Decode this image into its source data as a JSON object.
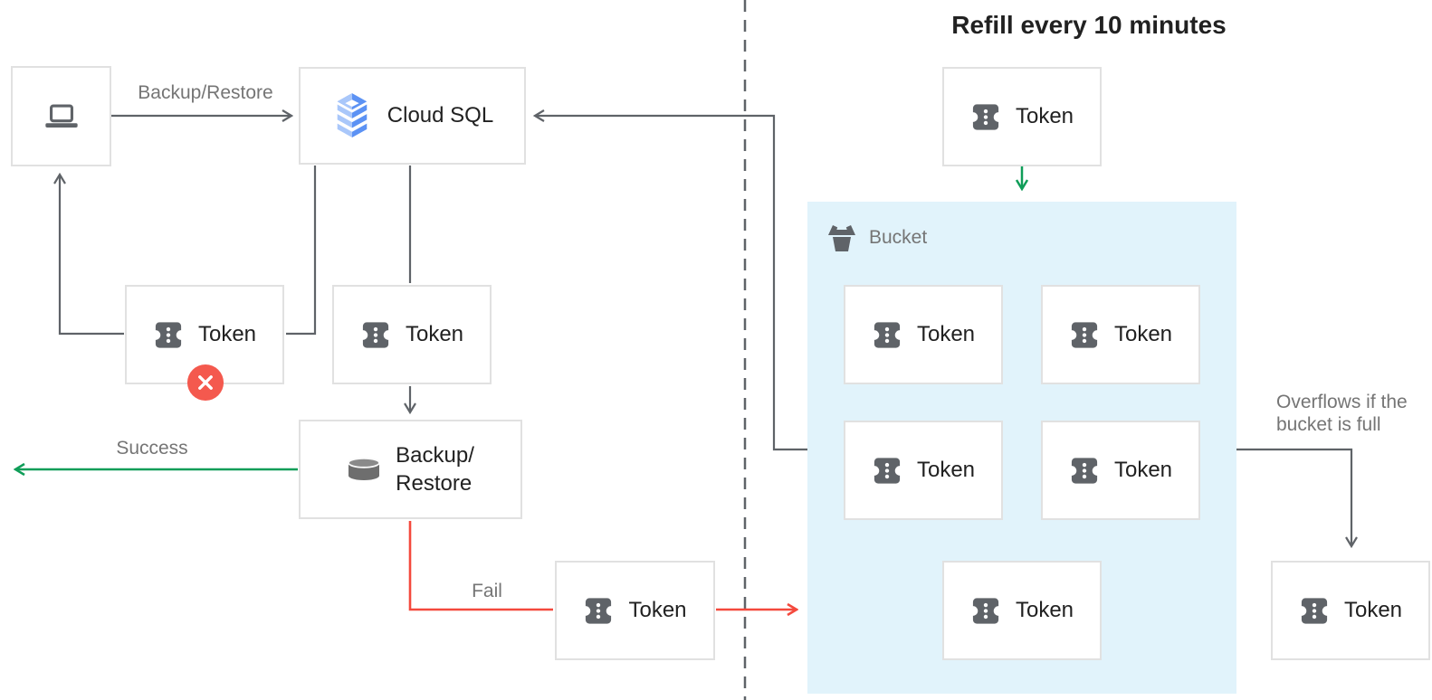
{
  "title": "Refill every 10 minutes",
  "nodes": {
    "client": {
      "icon": "laptop-icon"
    },
    "cloud_sql": {
      "label": "Cloud SQL",
      "icon": "cloud-sql-stack-icon"
    },
    "backup_restore": {
      "label_line1": "Backup/",
      "label_line2": "Restore",
      "icon": "database-cylinder-icon"
    },
    "token_returned": {
      "label": "Token",
      "icon": "token-ticket-icon",
      "badge": "error-x-circle"
    },
    "token_queued": {
      "label": "Token",
      "icon": "token-ticket-icon"
    },
    "token_failed": {
      "label": "Token",
      "icon": "token-ticket-icon"
    },
    "token_refill": {
      "label": "Token",
      "icon": "token-ticket-icon"
    },
    "token_overflow": {
      "label": "Token",
      "icon": "token-ticket-icon"
    },
    "bucket": {
      "label": "Bucket",
      "icon": "bucket-basket-icon",
      "tokens": [
        "Token",
        "Token",
        "Token",
        "Token",
        "Token"
      ]
    }
  },
  "edges": {
    "request": {
      "label": "Backup/Restore"
    },
    "success": {
      "label": "Success"
    },
    "fail": {
      "label": "Fail"
    },
    "overflow": {
      "label_line1": "Overflows if the",
      "label_line2": "bucket is full"
    }
  },
  "colors": {
    "line_gray": "#5f6368",
    "label_gray": "#757575",
    "text_dark": "#212121",
    "green": "#0f9d58",
    "red": "#f4493d",
    "badge_red": "#f4594e",
    "bucket_bg": "#e1f3fb",
    "box_border": "#e1e1e1",
    "icon_gray": "#5f6368",
    "cloud_sql_light_blue": "#a9c7fa",
    "cloud_sql_dark_blue": "#5c92f4"
  }
}
